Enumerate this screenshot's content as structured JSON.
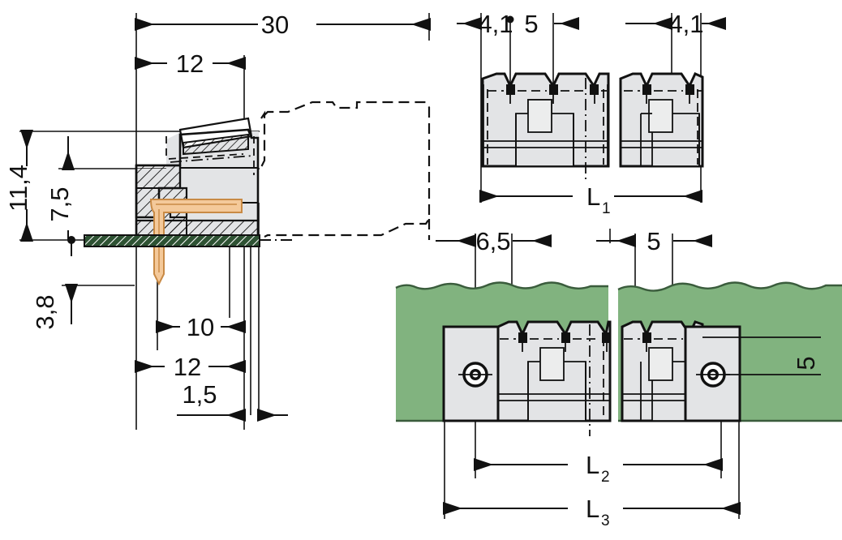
{
  "drawing": {
    "title": "PCB terminal block / male header — dimensioned technical drawing",
    "units": "mm",
    "colors": {
      "line": "#111111",
      "body_fill": "#e3e4e6",
      "body_fill_light": "#eceded",
      "pcb_green": "#81b37f",
      "pcb_green_edge": "#3a5c3c",
      "pin_orange": "#f4c99a",
      "pin_orange_edge": "#c98a45",
      "hatch": "#111111",
      "background": "#ffffff"
    },
    "views": [
      {
        "id": "section-view",
        "name": "side-section-view",
        "position": "top-left"
      },
      {
        "id": "front-view",
        "name": "front-elevation-view",
        "position": "top-right"
      },
      {
        "id": "pcb-view",
        "name": "pcb-mounting-plan-view",
        "position": "bottom-right"
      }
    ]
  },
  "dimensions": {
    "section": {
      "overall_length": "30",
      "body_length": "12",
      "height_total": "11,4",
      "height_board_to_top": "7,5",
      "pin_below_board": "3,8",
      "pin_span": "10",
      "base_width": "12",
      "pin_offset": "1,5"
    },
    "front": {
      "edge_left": "4,1",
      "pitch": "5",
      "edge_right": "4,1",
      "length_label": "L",
      "length_sub": "1"
    },
    "pcb": {
      "mount_hole_to_pin": "6,5",
      "pitch": "5",
      "hole_offset_right": "5",
      "length2_label": "L",
      "length2_sub": "2",
      "length3_label": "L",
      "length3_sub": "3"
    }
  }
}
